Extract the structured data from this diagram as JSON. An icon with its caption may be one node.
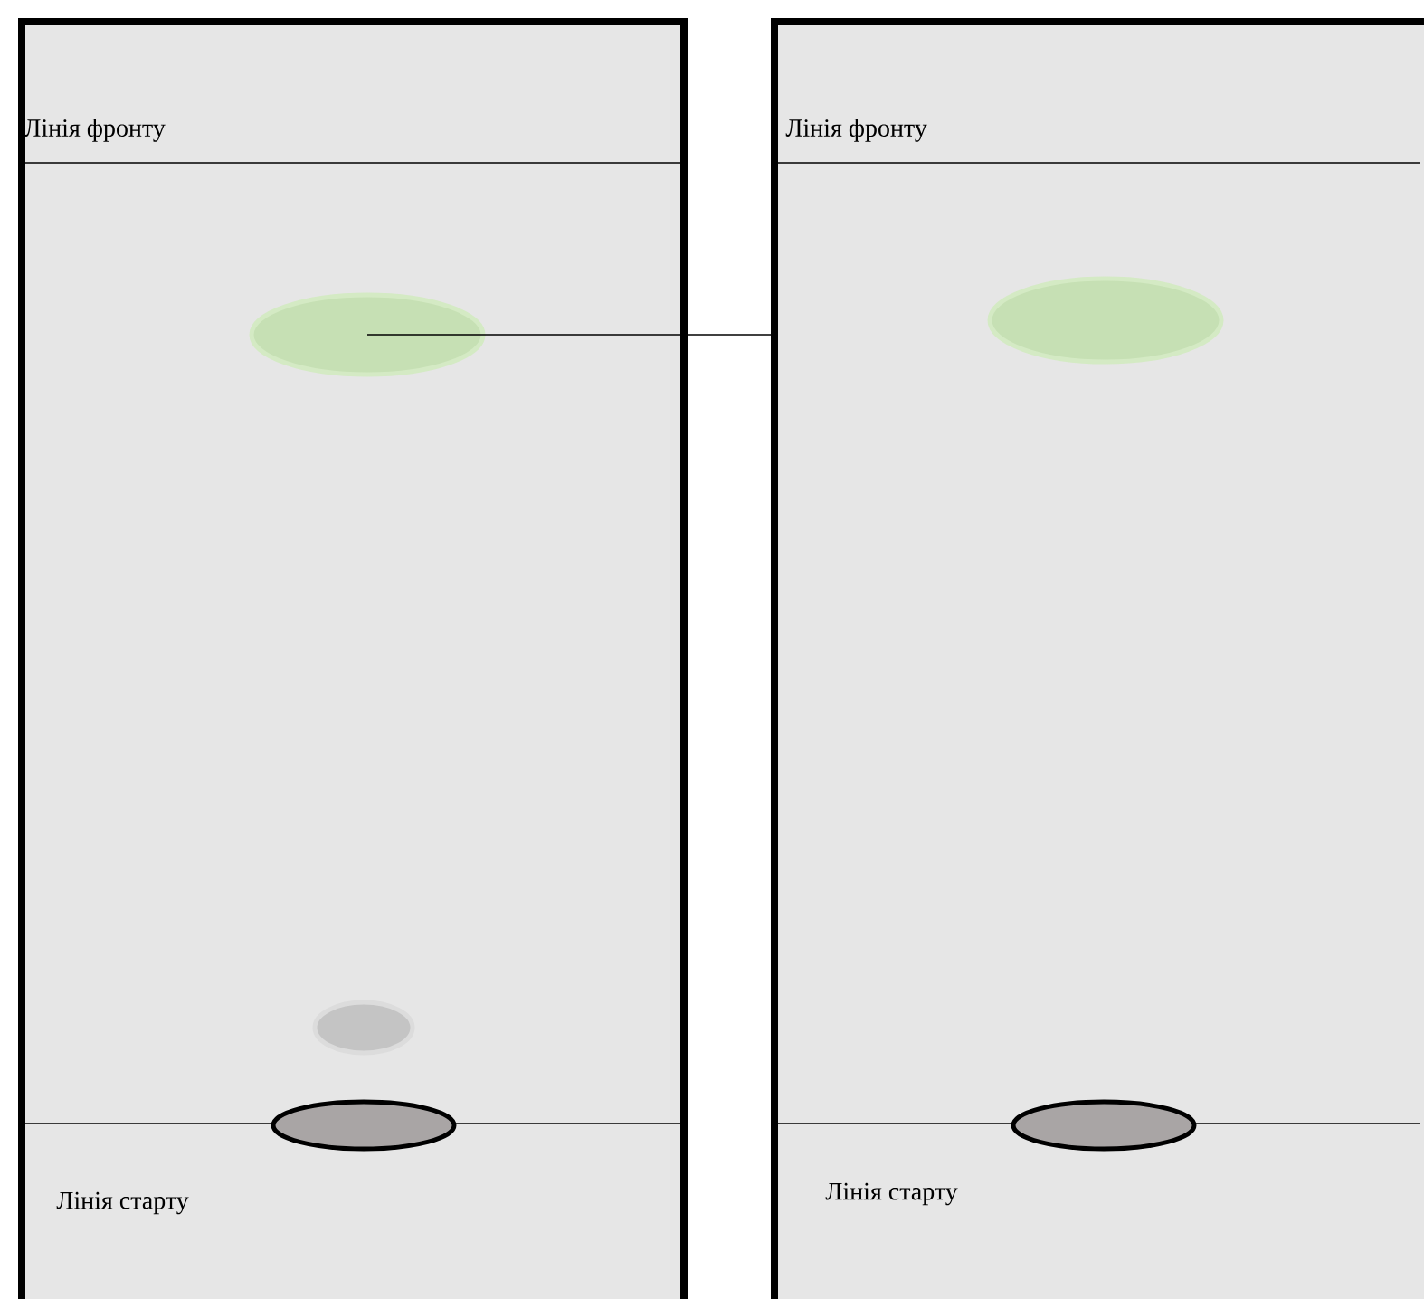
{
  "diagram": {
    "nodes": [
      {
        "text": [
          "Лінія фронту",
          "Лінія старту"
        ]
      },
      {
        "text": [],
        "shape": "ellipse",
        "in": 0
      },
      {
        "text": [],
        "shape": "ellipse",
        "in": 0
      },
      {
        "text": [],
        "shape": "ellipse",
        "in": 0
      },
      {
        "text": [
          "Лінія фронту",
          "Лінія старту"
        ]
      },
      {
        "text": [],
        "shape": "ellipse",
        "in": 4
      },
      {
        "text": [],
        "shape": "ellipse",
        "in": 4
      }
    ],
    "edges": [
      {
        "from": 1,
        "to": 4,
        "arrow": "none"
      }
    ]
  }
}
